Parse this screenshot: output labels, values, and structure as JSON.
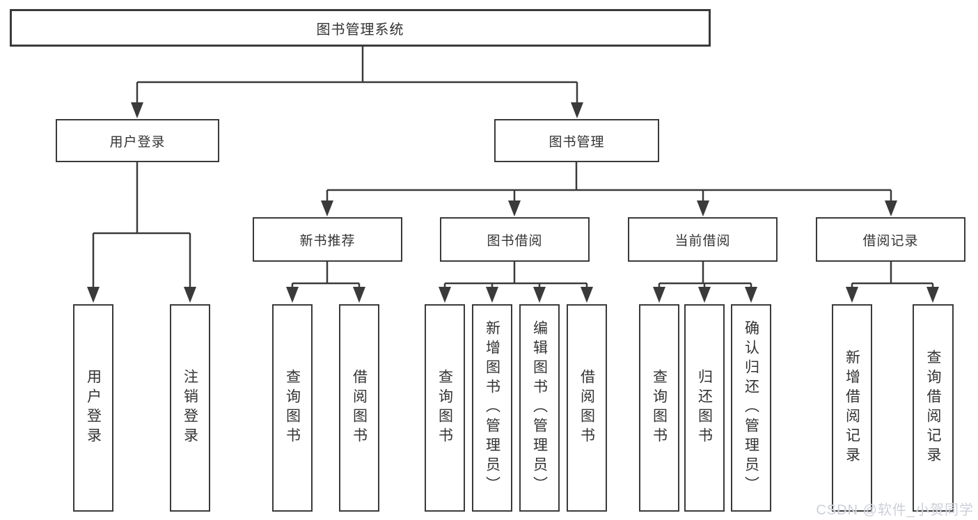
{
  "tree": {
    "root": {
      "label": "图书管理系统"
    },
    "branches": [
      {
        "label": "用户登录",
        "children": [
          {
            "label": "用户登录"
          },
          {
            "label": "注销登录"
          }
        ]
      },
      {
        "label": "图书管理",
        "children": [
          {
            "label": "新书推荐",
            "children": [
              {
                "label": "查询图书"
              },
              {
                "label": "借阅图书"
              }
            ]
          },
          {
            "label": "图书借阅",
            "children": [
              {
                "label": "查询图书"
              },
              {
                "label": "新增图书（管理员）"
              },
              {
                "label": "编辑图书（管理员）"
              },
              {
                "label": "借阅图书"
              }
            ]
          },
          {
            "label": "当前借阅",
            "children": [
              {
                "label": "查询图书"
              },
              {
                "label": "归还图书"
              },
              {
                "label": "确认归还（管理员）"
              }
            ]
          },
          {
            "label": "借阅记录",
            "children": [
              {
                "label": "新增借阅记录"
              },
              {
                "label": "查询借阅记录"
              }
            ]
          }
        ]
      }
    ]
  },
  "watermark": {
    "text": "CSDN @软件_小贺同学"
  },
  "colors": {
    "line": "#3a3a3a",
    "box_border": "#3a3a3a",
    "text": "#333333",
    "background": "#ffffff",
    "watermark": "#ccd0d8"
  }
}
